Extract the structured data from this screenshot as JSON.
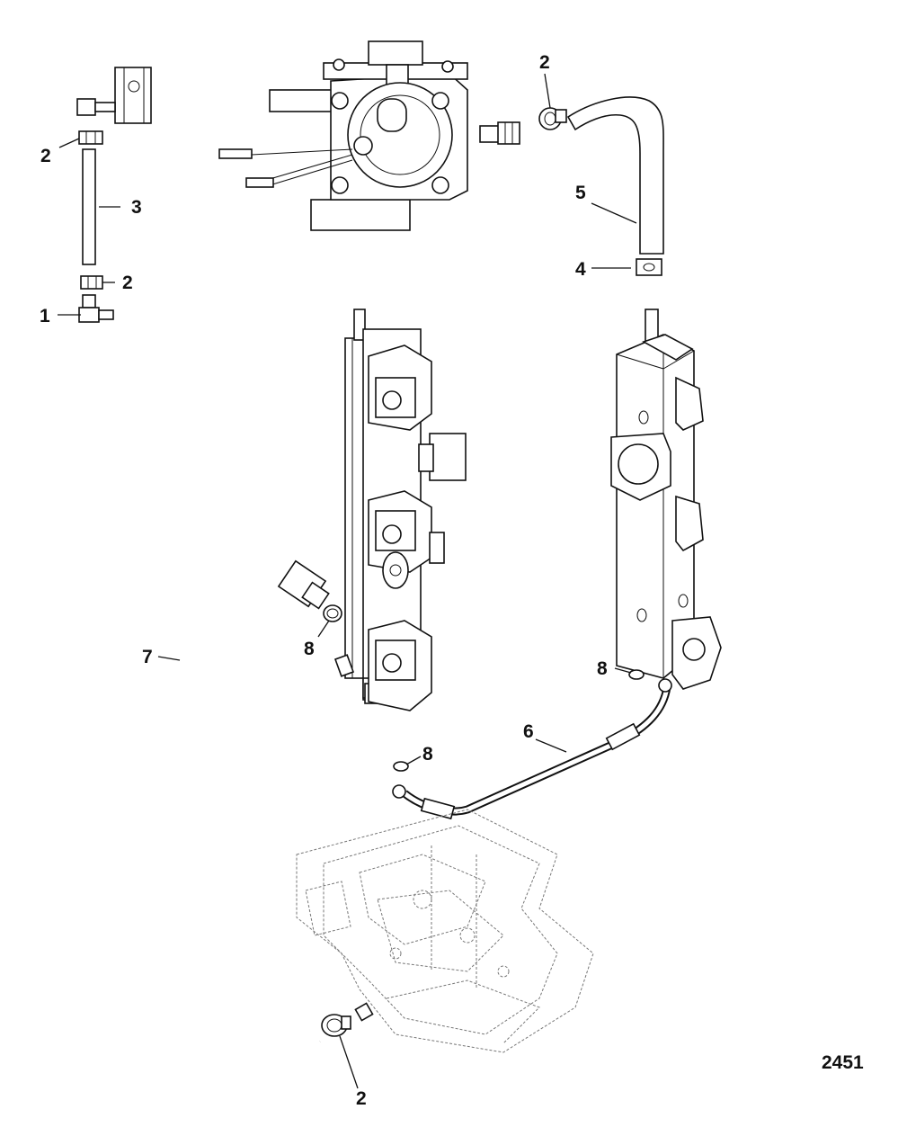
{
  "figure_number": "2451",
  "callouts": {
    "c1": "1",
    "c2_upper_left": "2",
    "c2_lower_left": "2",
    "c2_top_right": "2",
    "c2_bottom": "2",
    "c3": "3",
    "c4": "4",
    "c5": "5",
    "c6": "6",
    "c7": "7",
    "c8_left": "8",
    "c8_right": "8",
    "c8_mid": "8"
  }
}
